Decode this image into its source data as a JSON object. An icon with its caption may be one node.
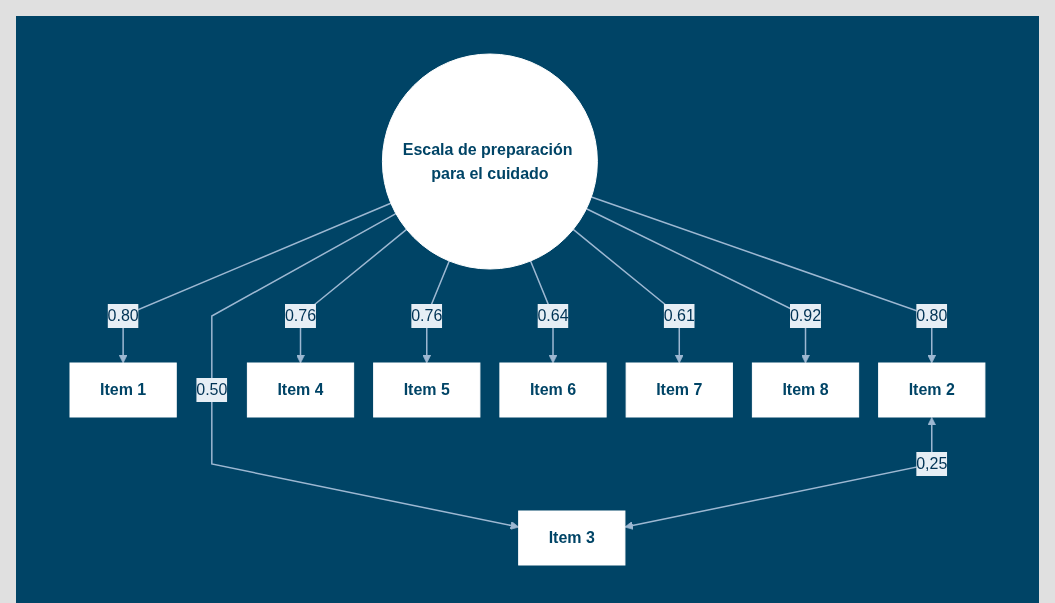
{
  "diagram": {
    "nodes": [
      {
        "text": [
          "Escala de preparación para el cuidado"
        ]
      },
      {
        "text": [
          "Item 1"
        ]
      },
      {
        "text": [
          "Item 2"
        ]
      },
      {
        "text": [
          "Item 3"
        ]
      },
      {
        "text": [
          "Item 4"
        ]
      },
      {
        "text": [
          "Item 5"
        ]
      },
      {
        "text": [
          "Item 6"
        ]
      },
      {
        "text": [
          "Item 7"
        ]
      },
      {
        "text": [
          "Item 8"
        ]
      }
    ],
    "edges": [
      {
        "from": 0,
        "to": 1,
        "arrow": "to",
        "label": "0.80"
      },
      {
        "from": 0,
        "to": 2,
        "arrow": "to",
        "label": "0.80"
      },
      {
        "from": 0,
        "to": 3,
        "arrow": "to",
        "label": "0.50"
      },
      {
        "from": 0,
        "to": 4,
        "arrow": "to",
        "label": "0.76"
      },
      {
        "from": 0,
        "to": 5,
        "arrow": "to",
        "label": "0.76"
      },
      {
        "from": 0,
        "to": 6,
        "arrow": "to",
        "label": "0.64"
      },
      {
        "from": 0,
        "to": 7,
        "arrow": "to",
        "label": "0.61"
      },
      {
        "from": 0,
        "to": 8,
        "arrow": "to",
        "label": "0.92"
      },
      {
        "from": 2,
        "to": 3,
        "arrow": "both",
        "label": "0,25"
      }
    ]
  }
}
